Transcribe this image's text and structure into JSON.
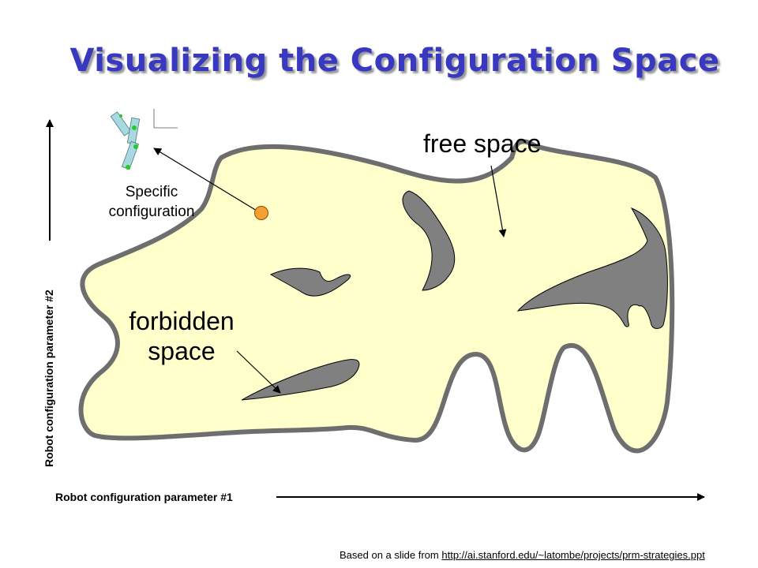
{
  "title": "Visualizing the Configuration Space",
  "labels": {
    "free_space": "free space",
    "forbidden_line1": "forbidden",
    "forbidden_line2": "space",
    "specific_line1": "Specific",
    "specific_line2": "configuration"
  },
  "axes": {
    "x_label": "Robot configuration parameter #1",
    "y_label": "Robot configuration parameter #2"
  },
  "footer": {
    "text": "Based on a slide from ",
    "link": "http://ai.stanford.edu/~latombe/projects/prm-strategies.ppt"
  },
  "colors": {
    "free_fill": "#ffffcc",
    "boundary": "#6e6e6e",
    "obstacle_fill": "#808080",
    "config_point": "#f5a030",
    "title": "#3838c0"
  }
}
